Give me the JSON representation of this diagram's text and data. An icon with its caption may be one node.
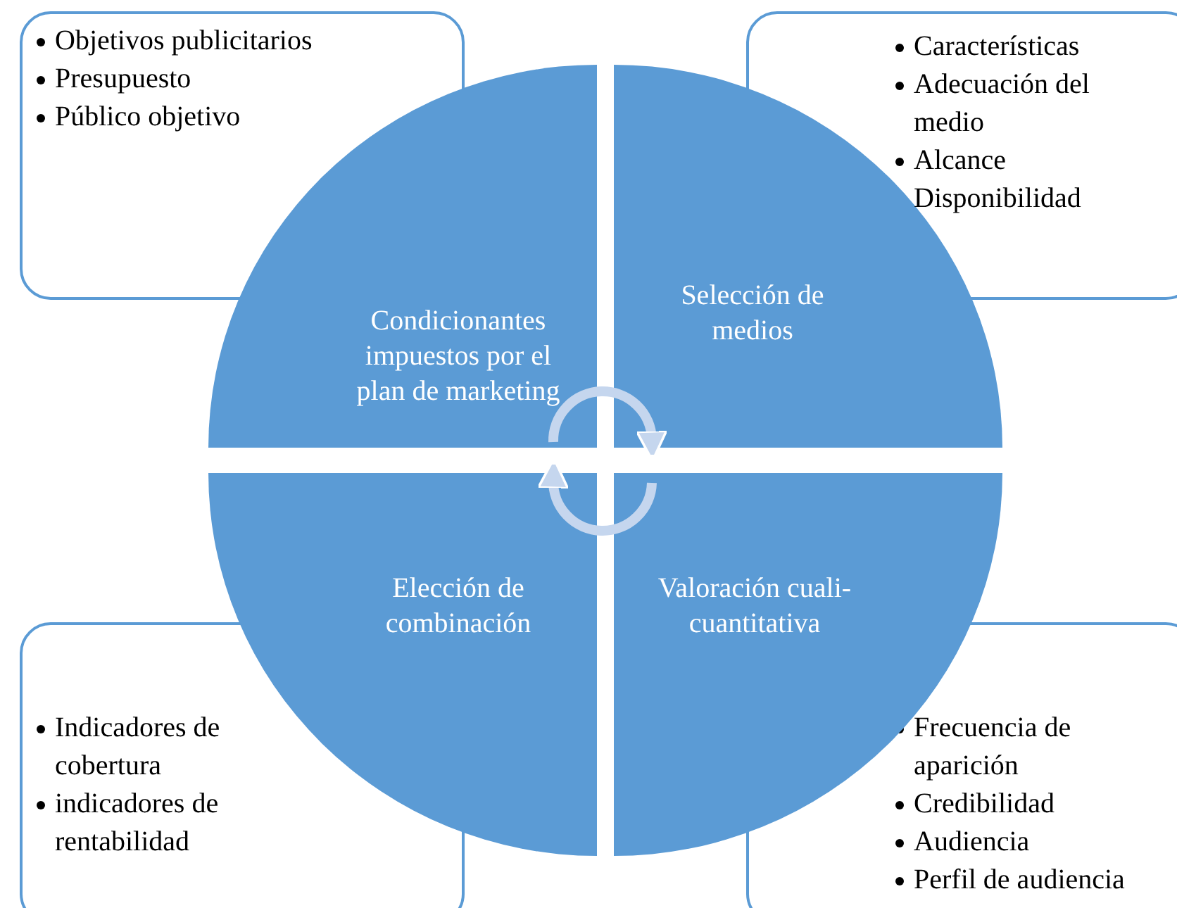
{
  "diagram": {
    "nodes": [
      {
        "text": [
          "Objetivos publicitarios",
          "Presupuesto",
          "Público objetivo"
        ]
      },
      {
        "text": [
          "Características",
          "Adecuación del medio",
          "Alcance",
          "Disponibilidad"
        ]
      },
      {
        "text": [
          "Condicionantes impuestos por el plan de marketing"
        ]
      },
      {
        "text": [
          "Selección de medios"
        ]
      },
      {
        "text": [
          "Elección de combinación"
        ]
      },
      {
        "text": [
          "Valoración cuali-cuantitativa"
        ]
      },
      {
        "text": [
          "Indicadores de cobertura",
          "indicadores de rentabilidad"
        ]
      },
      {
        "text": [
          "Frecuencia de aparición",
          "Credibilidad",
          "Audiencia",
          "Perfil de audiencia"
        ]
      }
    ],
    "edges": [
      {
        "from": 2,
        "to": 3,
        "arrow": "to"
      },
      {
        "from": 5,
        "to": 4,
        "arrow": "to"
      }
    ]
  }
}
